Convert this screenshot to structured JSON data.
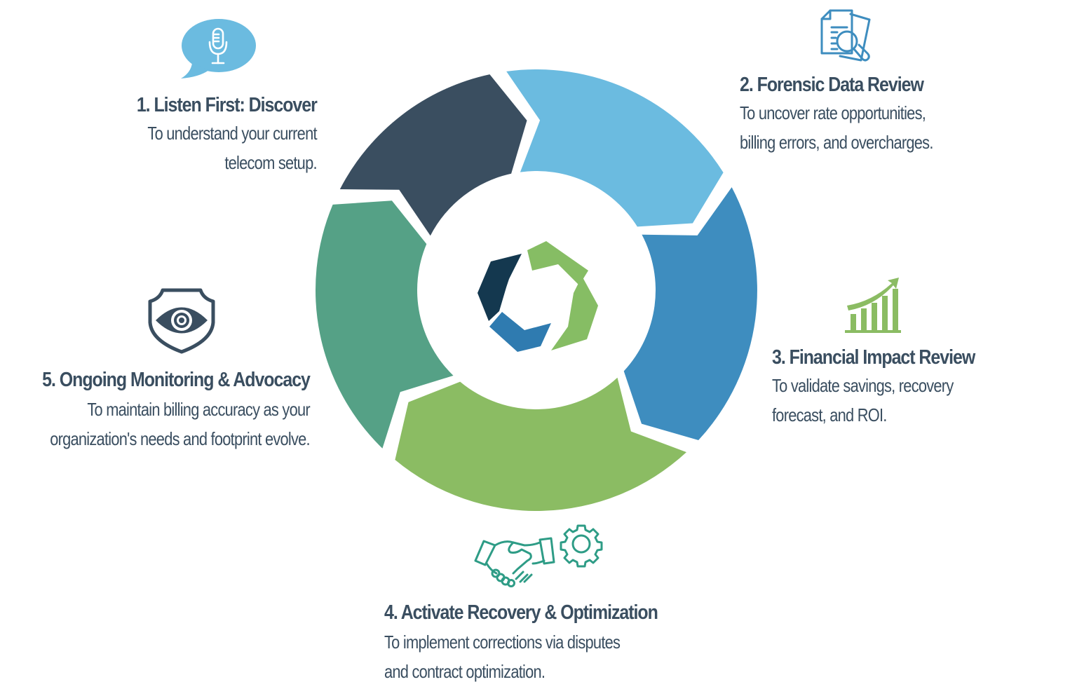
{
  "diagram": {
    "type": "cycle",
    "center_logo": "circular-arrows-logo",
    "segments": [
      {
        "step": 1,
        "color": "#6bbbe0"
      },
      {
        "step": 2,
        "color": "#3e8dbf"
      },
      {
        "step": 3,
        "color": "#8bbc63"
      },
      {
        "step": 4,
        "color": "#55a186"
      },
      {
        "step": 5,
        "color": "#3a4e60"
      }
    ],
    "logo_colors": {
      "navy": "#14384f",
      "blue": "#2f7bb0",
      "green": "#86bd64"
    }
  },
  "steps": [
    {
      "title": "1. Listen First: Discover",
      "desc_lines": [
        "To understand your current",
        "telecom setup."
      ],
      "icon": "microphone-speech-bubble-icon",
      "icon_color": "#6bbbe0"
    },
    {
      "title": "2. Forensic Data Review",
      "desc_lines": [
        "To uncover rate opportunities,",
        "billing errors, and overcharges."
      ],
      "icon": "document-magnifier-icon",
      "icon_color": "#3e8dbf"
    },
    {
      "title": "3. Financial Impact Review",
      "desc_lines": [
        "To validate savings, recovery",
        "forecast, and ROI."
      ],
      "icon": "growth-chart-icon",
      "icon_color": "#8bbc63"
    },
    {
      "title": "4. Activate Recovery & Optimization",
      "desc_lines": [
        "To implement corrections via disputes",
        "and contract optimization."
      ],
      "icon": "handshake-gear-icon",
      "icon_color": "#2e9c86"
    },
    {
      "title": "5. Ongoing Monitoring & Advocacy",
      "desc_lines": [
        "To maintain billing accuracy as your",
        "organization's needs and footprint evolve."
      ],
      "icon": "shield-eye-icon",
      "icon_color": "#3a4e60"
    }
  ]
}
